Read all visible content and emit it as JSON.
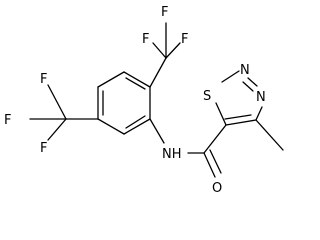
{
  "structure": {
    "atom_labels": {
      "f_top_a": "F",
      "f_top_b": "F",
      "f_top_c": "F",
      "f_left_a": "F",
      "f_left_b": "F",
      "f_left_c": "F",
      "nh": "NH",
      "s_ring": "S",
      "n_ring_a": "N",
      "n_ring_b": "N",
      "o_carbonyl": "O"
    }
  }
}
